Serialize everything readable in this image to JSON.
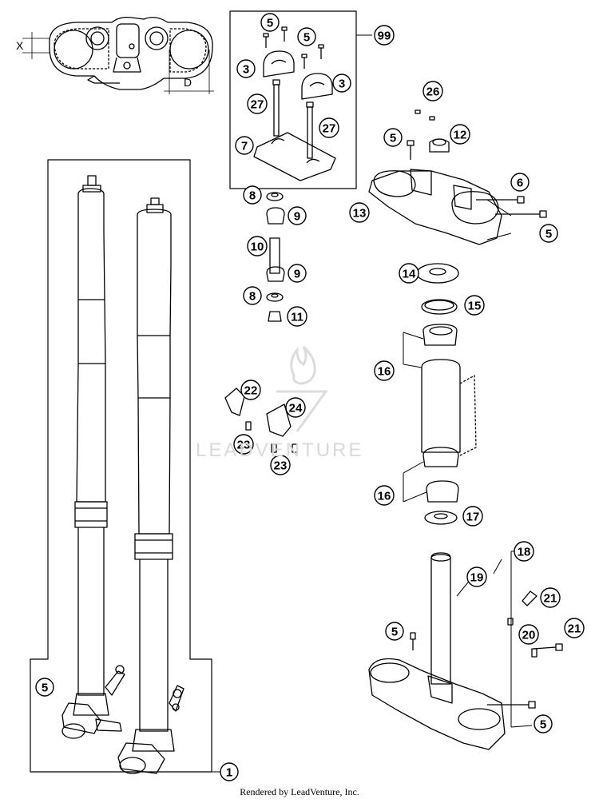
{
  "dimension_labels": {
    "x": "X",
    "d": "D"
  },
  "callouts": [
    {
      "id": "c1",
      "label": "1"
    },
    {
      "id": "c99",
      "label": "99"
    },
    {
      "id": "c5a",
      "label": "5"
    },
    {
      "id": "c5b",
      "label": "5"
    },
    {
      "id": "c3a",
      "label": "3"
    },
    {
      "id": "c3b",
      "label": "3"
    },
    {
      "id": "c27a",
      "label": "27"
    },
    {
      "id": "c27b",
      "label": "27"
    },
    {
      "id": "c7",
      "label": "7"
    },
    {
      "id": "c26",
      "label": "26"
    },
    {
      "id": "c5c",
      "label": "5"
    },
    {
      "id": "c12",
      "label": "12"
    },
    {
      "id": "c6",
      "label": "6"
    },
    {
      "id": "c13",
      "label": "13"
    },
    {
      "id": "c5d",
      "label": "5"
    },
    {
      "id": "c8a",
      "label": "8"
    },
    {
      "id": "c9a",
      "label": "9"
    },
    {
      "id": "c10",
      "label": "10"
    },
    {
      "id": "c9b",
      "label": "9"
    },
    {
      "id": "c8b",
      "label": "8"
    },
    {
      "id": "c11",
      "label": "11"
    },
    {
      "id": "c14",
      "label": "14"
    },
    {
      "id": "c15",
      "label": "15"
    },
    {
      "id": "c16a",
      "label": "16"
    },
    {
      "id": "c16b",
      "label": "16"
    },
    {
      "id": "c17",
      "label": "17"
    },
    {
      "id": "c22",
      "label": "22"
    },
    {
      "id": "c24",
      "label": "24"
    },
    {
      "id": "c23a",
      "label": "23"
    },
    {
      "id": "c23b",
      "label": "23"
    },
    {
      "id": "c18",
      "label": "18"
    },
    {
      "id": "c19",
      "label": "19"
    },
    {
      "id": "c21a",
      "label": "21"
    },
    {
      "id": "c21b",
      "label": "21"
    },
    {
      "id": "c20",
      "label": "20"
    },
    {
      "id": "c5e",
      "label": "5"
    },
    {
      "id": "c5f",
      "label": "5"
    },
    {
      "id": "c5g",
      "label": "5"
    }
  ],
  "watermark": "LEADVENTURE",
  "credit": "Rendered by LeadVenture, Inc."
}
